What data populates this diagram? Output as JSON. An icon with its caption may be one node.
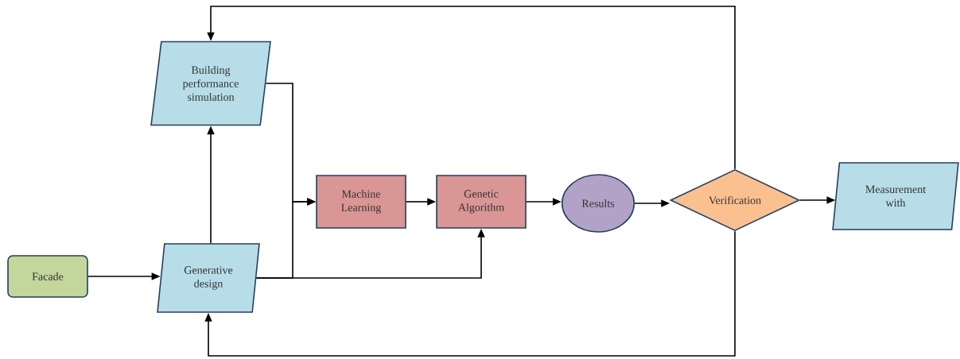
{
  "diagram": {
    "nodes": [
      {
        "text": [
          "Building performance simulation"
        ]
      },
      {
        "text": [
          "Facade"
        ]
      },
      {
        "text": [
          "Generative design"
        ]
      },
      {
        "text": [
          "Machine Learning"
        ]
      },
      {
        "text": [
          "Genetic Algorithm"
        ]
      },
      {
        "text": [
          "Results"
        ]
      },
      {
        "text": [
          "Verification"
        ]
      },
      {
        "text": [
          "Measurement with"
        ]
      }
    ],
    "edges": [
      {
        "from": 1,
        "to": 2,
        "arrow": "to"
      },
      {
        "from": 2,
        "to": 0,
        "arrow": "to"
      },
      {
        "from": 0,
        "to": 3,
        "arrow": "to"
      },
      {
        "from": 2,
        "to": 3,
        "arrow": "to"
      },
      {
        "from": 2,
        "to": 4,
        "arrow": "to"
      },
      {
        "from": 3,
        "to": 4,
        "arrow": "to"
      },
      {
        "from": 4,
        "to": 5,
        "arrow": "to"
      },
      {
        "from": 5,
        "to": 6,
        "arrow": "to"
      },
      {
        "from": 6,
        "to": 7,
        "arrow": "to"
      },
      {
        "from": 6,
        "to": 0,
        "arrow": "to"
      },
      {
        "from": 6,
        "to": 2,
        "arrow": "to"
      }
    ]
  }
}
